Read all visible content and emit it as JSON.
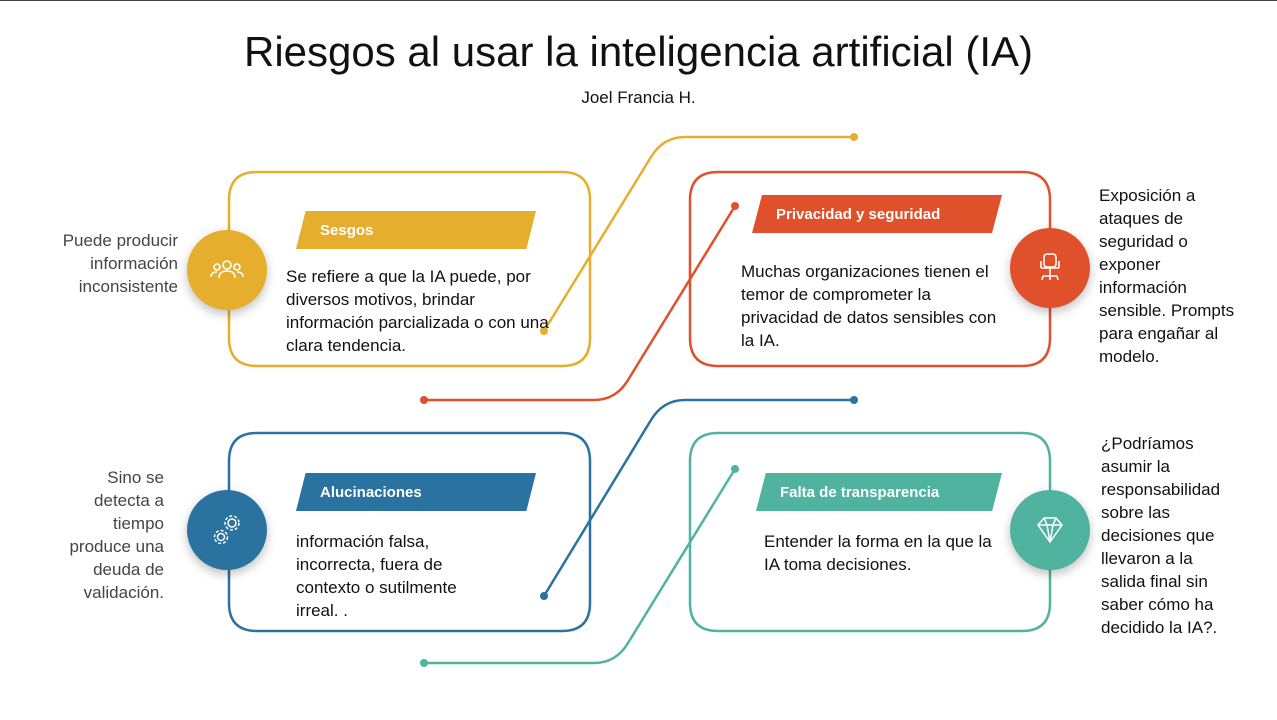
{
  "title": "Riesgos al usar la inteligencia artificial (IA)",
  "subtitle": "Joel Francia H.",
  "colors": {
    "sesgos": "#E6AE2D",
    "privacidad": "#E0502B",
    "alucinaciones": "#2A73A0",
    "transparencia": "#4FB3A0"
  },
  "cards": {
    "sesgos": {
      "heading": "Sesgos",
      "body": "Se refiere a que la IA puede, por diversos motivos, brindar información parcializada o con una clara tendencia.",
      "side": "Puede producir información inconsistente",
      "icon": "people-group-icon"
    },
    "privacidad": {
      "heading": "Privacidad y seguridad",
      "body": "Muchas organizaciones tienen el temor de comprometer la privacidad de datos sensibles con la IA.",
      "side": "Exposición a ataques de seguridad o exponer información sensible. Prompts para engañar al modelo.",
      "icon": "office-chair-icon"
    },
    "alucinaciones": {
      "heading": "Alucinaciones",
      "body": "información falsa, incorrecta, fuera de contexto o sutilmente irreal. .",
      "side": "Sino se detecta a tiempo produce una deuda de validación.",
      "icon": "gears-icon"
    },
    "transparencia": {
      "heading": "Falta de transparencia",
      "body": "Entender la forma en la que la IA toma decisiones.",
      "side": "¿Podríamos asumir la responsabilidad sobre las decisiones que llevaron a la salida final sin saber cómo ha decidido la IA?.",
      "icon": "diamond-icon"
    }
  }
}
